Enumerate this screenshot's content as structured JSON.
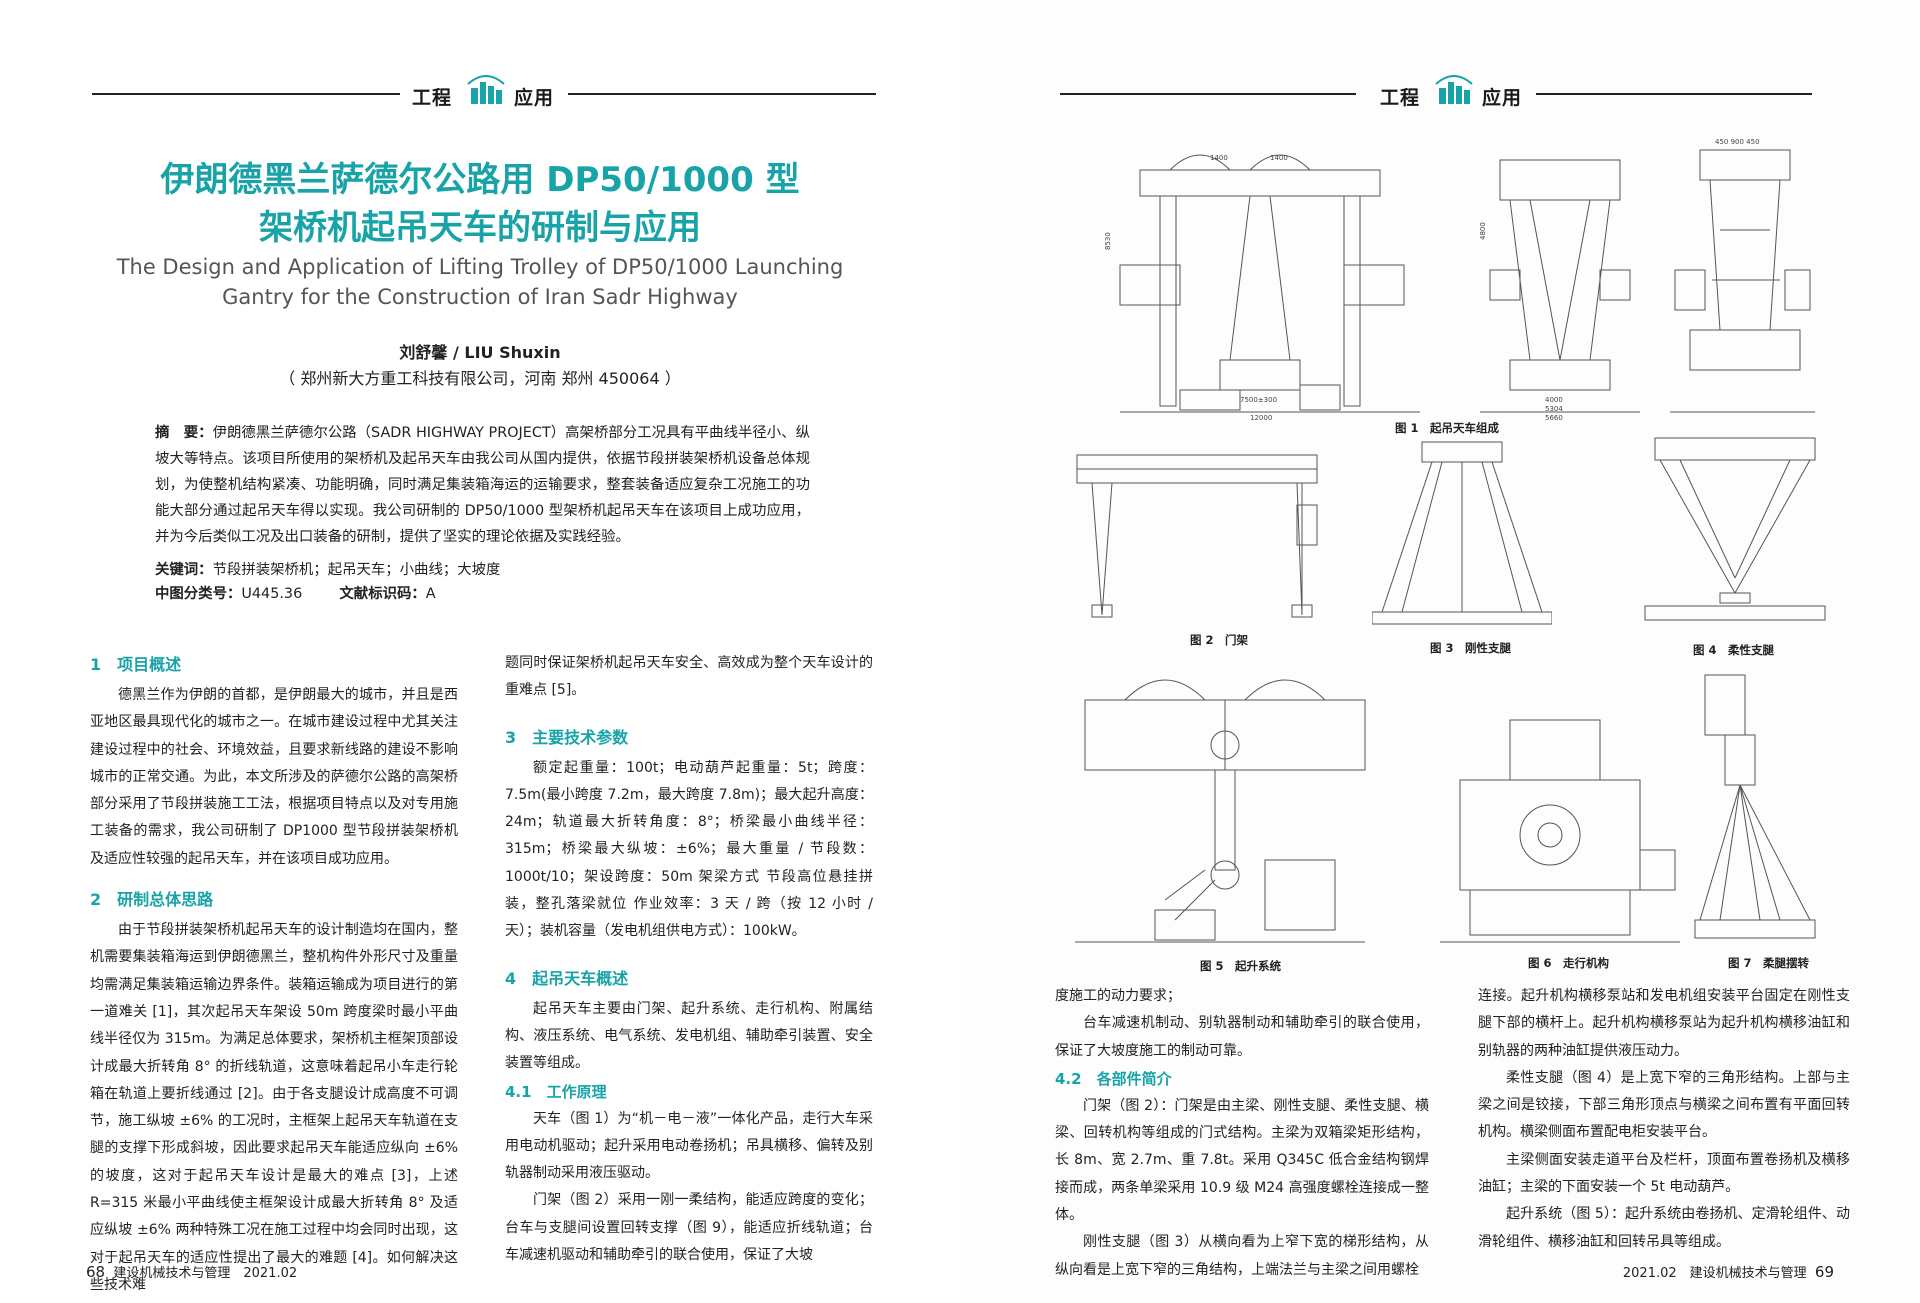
{
  "header": {
    "word1": "工程",
    "word2": "应用"
  },
  "title": {
    "cn_line1": "伊朗德黑兰萨德尔公路用 DP50/1000 型",
    "cn_line2": "架桥机起吊天车的研制与应用",
    "en_line1": "The Design and Application of Lifting Trolley of DP50/1000 Launching",
    "en_line2": "Gantry for the Construction of Iran Sadr Highway"
  },
  "author": {
    "name": "刘舒馨 / LIU Shuxin",
    "affiliation": "（ 郑州新大方重工科技有限公司，河南 郑州 450064 ）"
  },
  "abstract": {
    "label": "摘　要：",
    "text": "伊朗德黑兰萨德尔公路（SADR HIGHWAY PROJECT）高架桥部分工况具有平曲线半径小、纵坡大等特点。该项目所使用的架桥机及起吊天车由我公司从国内提供，依据节段拼装架桥机设备总体规划，为使整机结构紧凑、功能明确，同时满足集装箱海运的运输要求，整套装备适应复杂工况施工的功能大部分通过起吊天车得以实现。我公司研制的 DP50/1000 型架桥机起吊天车在该项目上成功应用，并为今后类似工况及出口装备的研制，提供了坚实的理论依据及实践经验。"
  },
  "keywords": {
    "label": "关键词：",
    "text": "节段拼装架桥机；起吊天车；小曲线；大坡度"
  },
  "classification": {
    "label": "中图分类号：",
    "text": "U445.36",
    "doc_label": "文献标识码：",
    "doc_text": "A"
  },
  "sections": {
    "s1_title": "1　项目概述",
    "s1_p1": "德黑兰作为伊朗的首都，是伊朗最大的城市，并且是西亚地区最具现代化的城市之一。在城市建设过程中尤其关注建设过程中的社会、环境效益，且要求新线路的建设不影响城市的正常交通。为此，本文所涉及的萨德尔公路的高架桥部分采用了节段拼装施工工法，根据项目特点以及对专用施工装备的需求，我公司研制了 DP1000 型节段拼装架桥机及适应性较强的起吊天车，并在该项目成功应用。",
    "s2_title": "2　研制总体思路",
    "s2_p1": "由于节段拼装架桥机起吊天车的设计制造均在国内，整机需要集装箱海运到伊朗德黑兰，整机构件外形尺寸及重量均需满足集装箱运输边界条件。装箱运输成为项目进行的第一道难关 [1]，其次起吊天车架设 50m 跨度梁时最小平曲线半径仅为 315m。为满足总体要求，架桥机主框架顶部设计成最大折转角 8° 的折线轨道，这意味着起吊小车走行轮箱在轨道上要折线通过 [2]。由于各支腿设计成高度不可调节，施工纵坡 ±6% 的工况时，主框架上起吊天车轨道在支腿的支撑下形成斜坡，因此要求起吊天车能适应纵向 ±6% 的坡度，这对于起吊天车设计是最大的难点 [3]，上述 R=315 米最小平曲线使主框架设计成最大折转角 8° 及适应纵坡 ±6% 两种特殊工况在施工过程中均会同时出现，这对于起吊天车的适应性提出了最大的难题 [4]。如何解决这些技术难",
    "c2_p0": "题同时保证架桥机起吊天车安全、高效成为整个天车设计的重难点 [5]。",
    "s3_title": "3　主要技术参数",
    "s3_p1": "额定起重量：100t；电动葫芦起重量：5t；跨度：7.5m(最小跨度 7.2m，最大跨度 7.8m)；最大起升高度：24m；轨道最大折转角度：8°；桥梁最小曲线半径：315m；桥梁最大纵坡：±6%；最大重量 / 节段数：1000t/10；架设跨度：50m 架梁方式 节段高位悬挂拼装，整孔落梁就位 作业效率：3 天 / 跨（按 12 小时 / 天）；装机容量（发电机组供电方式）：100kW。",
    "s4_title": "4　起吊天车概述",
    "s4_p1": "起吊天车主要由门架、起升系统、走行机构、附属结构、液压系统、电气系统、发电机组、辅助牵引装置、安全装置等组成。",
    "s41_title": "4.1　工作原理",
    "s41_p1": "天车（图 1）为“机－电－液”一体化产品，走行大车采用电动机驱动；起升采用电动卷扬机；吊具横移、偏转及别轨器制动采用液压驱动。",
    "s41_p2": "门架（图 2）采用一刚一柔结构，能适应跨度的变化；台车与支腿间设置回转支撑（图 9），能适应折线轨道；台车减速机驱动和辅助牵引的联合使用，保证了大坡",
    "r1_p0": "度施工的动力要求；",
    "r1_p1": "台车减速机制动、别轨器制动和辅助牵引的联合使用，保证了大坡度施工的制动可靠。",
    "s42_title": "4.2　各部件简介",
    "s42_p1": "门架（图 2）：门架是由主梁、刚性支腿、柔性支腿、横梁、回转机构等组成的门式结构。主梁为双箱梁矩形结构，长 8m、宽 2.7m、重 7.8t。采用 Q345C 低合金结构钢焊接而成，两条单梁采用 10.9 级 M24 高强度螺栓连接成一整体。",
    "s42_p2": "刚性支腿（图 3）从横向看为上窄下宽的梯形结构，从纵向看是上宽下窄的三角结构，上端法兰与主梁之间用螺栓",
    "r2_p0": "连接。起升机构横移泵站和发电机组安装平台固定在刚性支腿下部的横杆上。起升机构横移泵站为起升机构横移油缸和别轨器的两种油缸提供液压动力。",
    "r2_p1": "柔性支腿（图 4）是上宽下窄的三角形结构。上部与主梁之间是铰接，下部三角形顶点与横梁之间布置有平面回转机构。横梁侧面布置配电柜安装平台。",
    "r2_p2": "主梁侧面安装走道平台及栏杆，顶面布置卷扬机及横移油缸；主梁的下面安装一个 5t 电动葫芦。",
    "r2_p3": "起升系统（图 5）：起升系统由卷扬机、定滑轮组件、动滑轮组件、横移油缸和回转吊具等组成。"
  },
  "figures": {
    "f1": "图 1　起吊天车组成",
    "f2": "图 2　门架",
    "f3": "图 3　刚性支腿",
    "f4": "图 4　柔性支腿",
    "f5": "图 5　起升系统",
    "f6": "图 6　走行机构",
    "f7": "图 7　柔腿摆转"
  },
  "dims": {
    "d1": "1400",
    "d2": "1400",
    "d3": "7500±300",
    "d4": "12000",
    "d5": "4000",
    "d6": "5304",
    "d7": "5660",
    "d8": "450 900 450",
    "d9": "8530",
    "d10": "4800"
  },
  "footer": {
    "left_page": "68",
    "left_journal": "建设机械技术与管理　2021.02",
    "right_journal": "2021.02　建设机械技术与管理",
    "right_page": "69"
  }
}
